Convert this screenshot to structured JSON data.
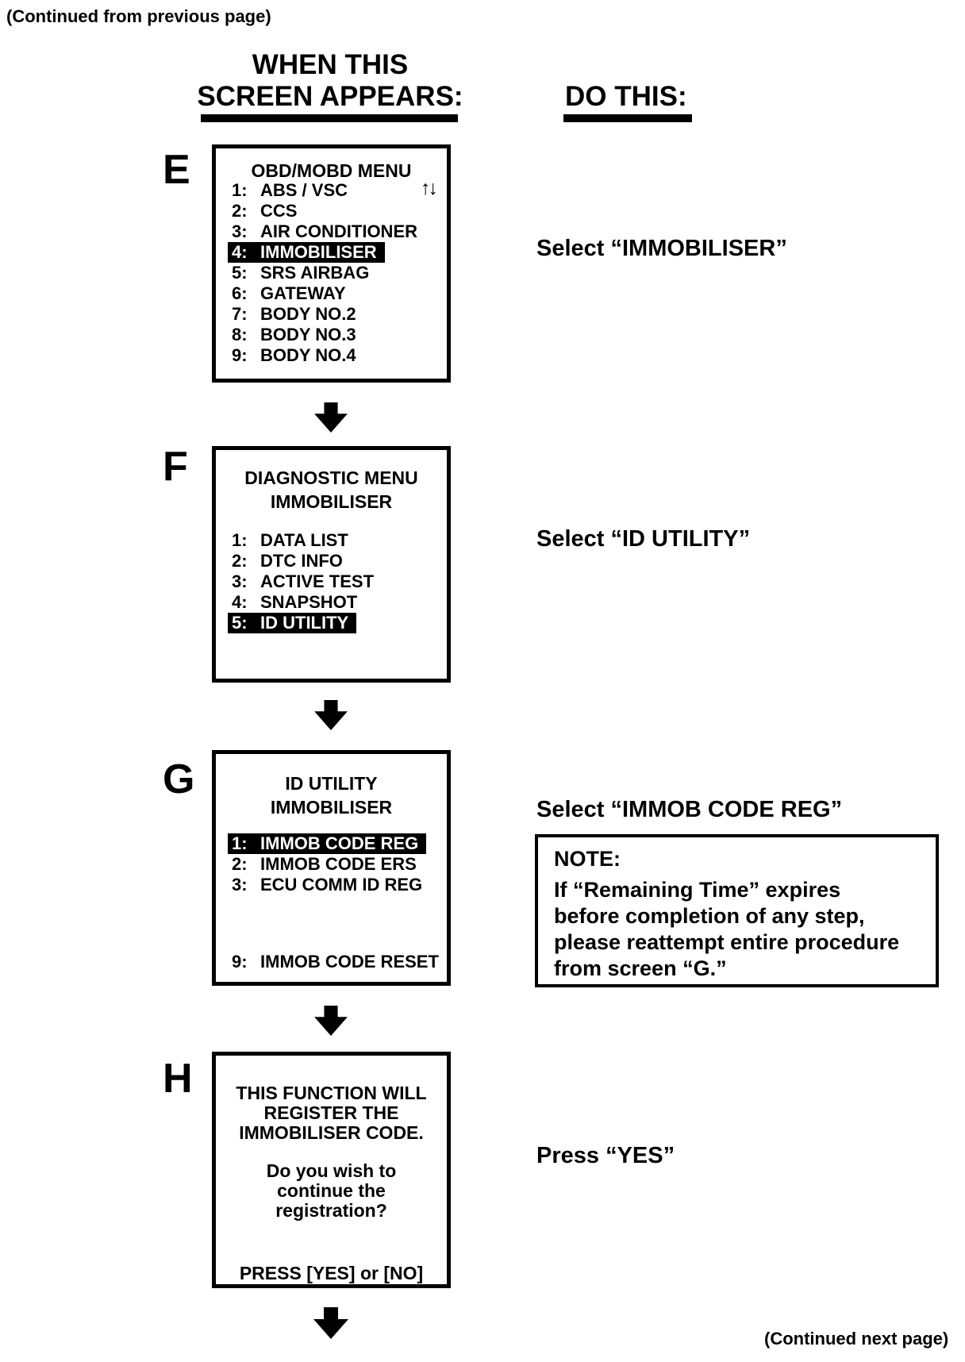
{
  "page": {
    "continued_from": "(Continued from previous page)",
    "continued_next": "(Continued next page)"
  },
  "headers": {
    "when_line1": "WHEN THIS",
    "when_line2": "SCREEN APPEARS:",
    "do_this": "DO THIS:"
  },
  "screens": [
    {
      "letter": "E",
      "title": [
        "OBD/MOBD MENU"
      ],
      "scroll_icon_glyph": "↑↓",
      "items": [
        {
          "num": "1:",
          "label": "ABS / VSC",
          "highlighted": false
        },
        {
          "num": "2:",
          "label": "CCS",
          "highlighted": false
        },
        {
          "num": "3:",
          "label": "AIR CONDITIONER",
          "highlighted": false
        },
        {
          "num": "4:",
          "label": "IMMOBILISER",
          "highlighted": true
        },
        {
          "num": "5:",
          "label": "SRS AIRBAG",
          "highlighted": false
        },
        {
          "num": "6:",
          "label": "GATEWAY",
          "highlighted": false
        },
        {
          "num": "7:",
          "label": "BODY NO.2",
          "highlighted": false
        },
        {
          "num": "8:",
          "label": "BODY NO.3",
          "highlighted": false
        },
        {
          "num": "9:",
          "label": "BODY NO.4",
          "highlighted": false
        }
      ]
    },
    {
      "letter": "F",
      "title": [
        "DIAGNOSTIC MENU",
        "IMMOBILISER"
      ],
      "items": [
        {
          "num": "1:",
          "label": "DATA LIST",
          "highlighted": false
        },
        {
          "num": "2:",
          "label": "DTC INFO",
          "highlighted": false
        },
        {
          "num": "3:",
          "label": "ACTIVE TEST",
          "highlighted": false
        },
        {
          "num": "4:",
          "label": "SNAPSHOT",
          "highlighted": false
        },
        {
          "num": "5:",
          "label": "ID UTILITY",
          "highlighted": true
        }
      ]
    },
    {
      "letter": "G",
      "title": [
        "ID UTILITY",
        "IMMOBILISER"
      ],
      "items": [
        {
          "num": "1:",
          "label": "IMMOB CODE REG",
          "highlighted": true
        },
        {
          "num": "2:",
          "label": "IMMOB CODE ERS",
          "highlighted": false
        },
        {
          "num": "3:",
          "label": "ECU COMM ID REG",
          "highlighted": false
        }
      ],
      "bottom_item": {
        "num": "9:",
        "label": "IMMOB CODE RESET",
        "highlighted": false
      }
    },
    {
      "letter": "H",
      "message_lines": [
        "THIS FUNCTION WILL",
        "REGISTER THE",
        "IMMOBILISER CODE."
      ],
      "question_lines": [
        "Do you wish to",
        "continue the",
        "registration?"
      ],
      "footer": "PRESS [YES] or [NO]"
    }
  ],
  "instructions": [
    "Select “IMMOBILISER”",
    "Select “ID UTILITY”",
    "Select “IMMOB CODE REG”",
    "Press “YES”"
  ],
  "note": {
    "title": "NOTE:",
    "lines": [
      "If “Remaining Time” expires",
      "before completion of any step,",
      "please reattempt entire procedure",
      "from screen “G.”"
    ]
  }
}
